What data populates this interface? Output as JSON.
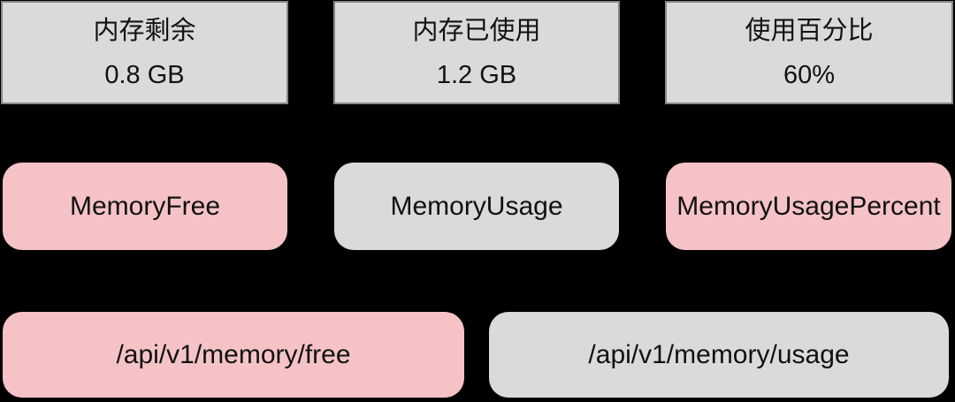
{
  "diagram": {
    "title": "memory-metrics-mapping",
    "metrics": [
      {
        "label": "内存剩余",
        "value": "0.8 GB"
      },
      {
        "label": "内存已使用",
        "value": "1.2 GB"
      },
      {
        "label": "使用百分比",
        "value": "60%"
      }
    ],
    "fields": [
      {
        "label": "MemoryFree"
      },
      {
        "label": "MemoryUsage"
      },
      {
        "label": "MemoryUsagePercent"
      }
    ],
    "endpoints": [
      {
        "label": "/api/v1/memory/free"
      },
      {
        "label": "/api/v1/memory/usage"
      }
    ],
    "colors": {
      "background": "#000000",
      "pink_fill": "#f5c3c6",
      "gray_fill": "#dadada",
      "metric_border": "#868686",
      "text": "#111111"
    }
  }
}
